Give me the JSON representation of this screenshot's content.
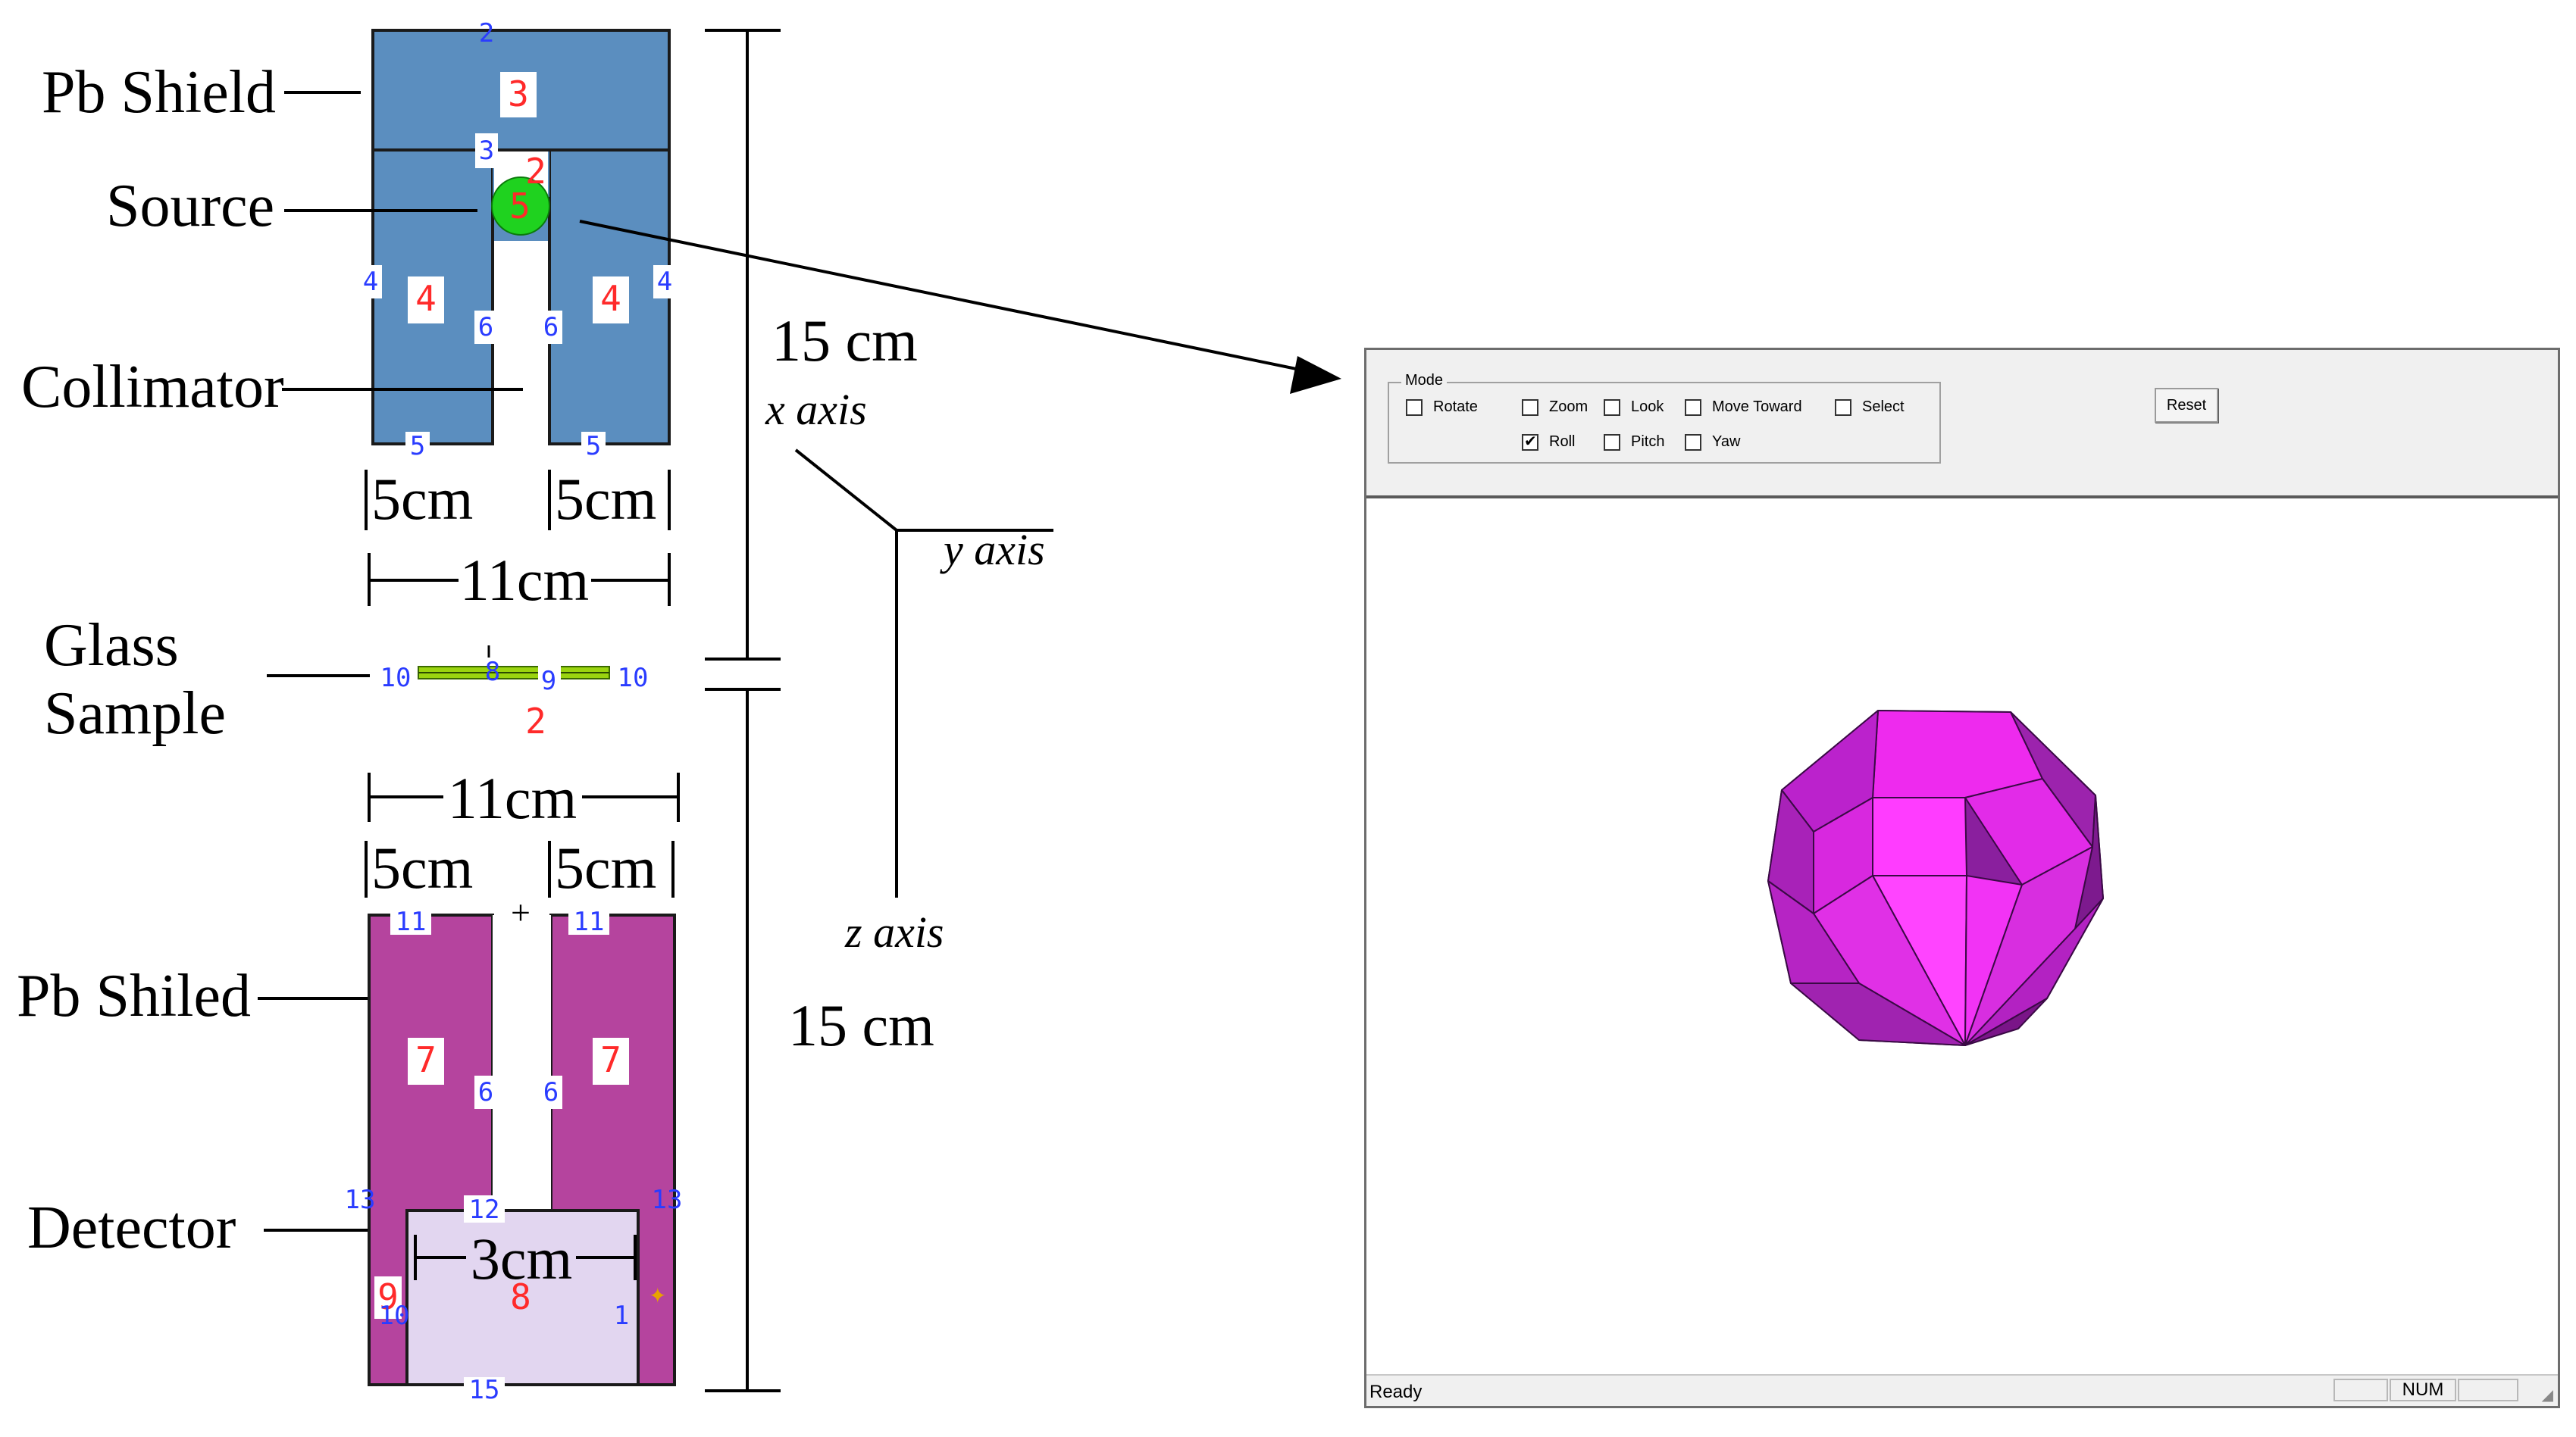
{
  "diagram": {
    "labels": {
      "pb_shield_top": "Pb Shield",
      "source": "Source",
      "collimator": "Collimator",
      "glass_line1": "Glass",
      "glass_line2": "Sample",
      "pb_shield_bottom": "Pb Shiled",
      "detector": "Detector"
    },
    "dimensions": {
      "top_left_width": "5cm",
      "top_right_width": "5cm",
      "top_total_width": "11cm",
      "bottom_total_width": "11cm",
      "bottom_left_width": "5cm",
      "bottom_right_width": "5cm",
      "detector_width": "3cm",
      "upper_height": "15 cm",
      "lower_height": "15 cm"
    },
    "axes": {
      "x": "x axis",
      "y": "y axis",
      "z": "z axis"
    },
    "colors": {
      "pb_shield_top": "#5b8ebf",
      "pb_shield_bottom": "#b5449e",
      "detector": "#e2d6f0",
      "source": "#1fd21f",
      "glass": "#9ad40f",
      "polyhedron_light": "#ff33ff",
      "polyhedron_dark": "#8a1f9e"
    },
    "region_numbers": {
      "top_shield": "3",
      "source_cell": "2",
      "source": "5",
      "collimator_left": "4",
      "collimator_right": "4",
      "glass_region": "2",
      "bottom_left": "7",
      "bottom_right": "7",
      "detector": "8",
      "detector_side": "9"
    },
    "boundary_numbers": {
      "top": "2",
      "upper_divider": "3",
      "side_left": "4",
      "side_right": "4",
      "inner_left": "6",
      "inner_right": "6",
      "base_left": "5",
      "base_right": "5",
      "glass_left": "10",
      "glass_center": "8",
      "glass_mid": "9",
      "glass_right": "10",
      "bottom_top_left": "11",
      "bottom_top_right": "11",
      "bottom_inner_left": "6",
      "bottom_inner_right": "6",
      "detector_top": "12",
      "side_left_13": "13",
      "side_right_13": "13",
      "detector_left": "10",
      "detector_right": "1",
      "base_bottom": "15"
    }
  },
  "viewer": {
    "mode_label": "Mode",
    "options": [
      {
        "label": "Rotate",
        "checked": false
      },
      {
        "label": "Zoom",
        "checked": false
      },
      {
        "label": "Look",
        "checked": false
      },
      {
        "label": "Move Toward",
        "checked": false
      },
      {
        "label": "Select",
        "checked": false
      },
      {
        "label": "Roll",
        "checked": true
      },
      {
        "label": "Pitch",
        "checked": false
      },
      {
        "label": "Yaw",
        "checked": false
      }
    ],
    "reset_label": "Reset",
    "status_text": "Ready",
    "status_num": "NUM"
  }
}
